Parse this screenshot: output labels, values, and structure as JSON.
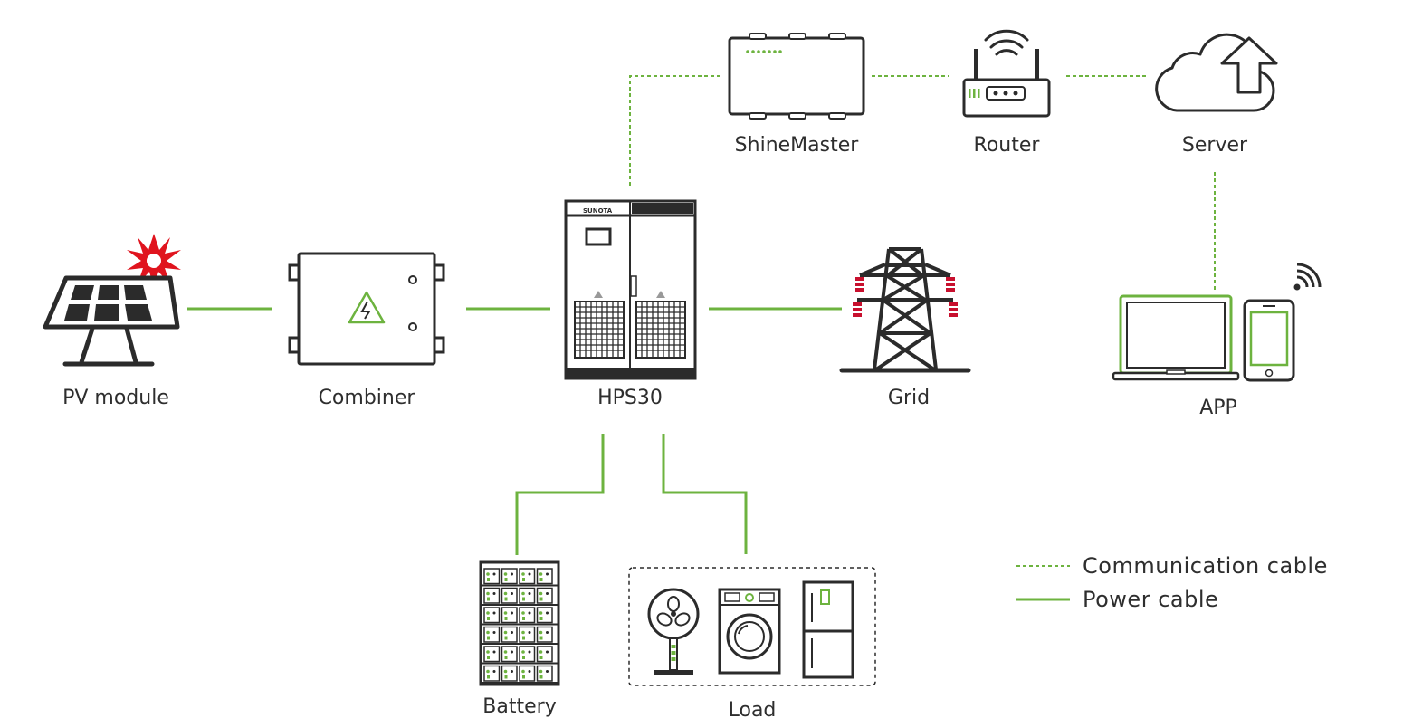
{
  "labels": {
    "pv_module": "PV module",
    "combiner": "Combiner",
    "hps30": "HPS30",
    "grid": "Grid",
    "shinemaster": "ShineMaster",
    "router": "Router",
    "server": "Server",
    "app": "APP",
    "battery": "Battery",
    "load": "Load"
  },
  "logo_text": "SUNOTA",
  "legend": {
    "communication": "Communication cable",
    "power": "Power cable"
  },
  "colors": {
    "accent_green": "#6db33f",
    "icon_dark": "#2b2b2b",
    "sun_red": "#e0141e",
    "insulator_red": "#c8102e"
  }
}
